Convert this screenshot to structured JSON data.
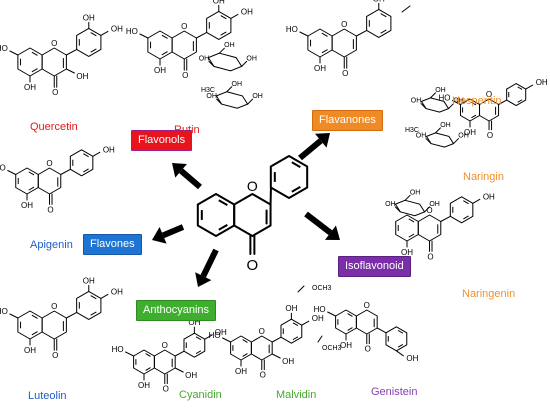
{
  "classes": [
    {
      "id": "flavonols",
      "label": "Flavonols",
      "color": "#e8141c",
      "border": "#9d1f8f"
    },
    {
      "id": "flavanones",
      "label": "Flavanones",
      "color": "#f08a24",
      "border": "#d06e10"
    },
    {
      "id": "flavones",
      "label": "Flavones",
      "color": "#1e74d2",
      "border": "#1559a8"
    },
    {
      "id": "isoflavonoid",
      "label": "Isoflavonoid",
      "color": "#7a2fa8",
      "border": "#5c1f82"
    },
    {
      "id": "anthocyanins",
      "label": "Anthocyanins",
      "color": "#3fae2f",
      "border": "#2c8a20"
    }
  ],
  "compounds": [
    {
      "id": "quercetin",
      "name": "Quercetin",
      "color": "#e01a1a"
    },
    {
      "id": "rutin",
      "name": "Rutin",
      "color": "#e01a1a"
    },
    {
      "id": "hesperitin",
      "name": "Hesperitin",
      "color": "#f0902a"
    },
    {
      "id": "naringin",
      "name": "Naringin",
      "color": "#f0902a"
    },
    {
      "id": "naringenin",
      "name": "Naringenin",
      "color": "#f0902a"
    },
    {
      "id": "apigenin",
      "name": "Apigenin",
      "color": "#1e5fc8"
    },
    {
      "id": "luteolin",
      "name": "Luteolin",
      "color": "#1e5fc8"
    },
    {
      "id": "cyanidin",
      "name": "Cyanidin",
      "color": "#49a832"
    },
    {
      "id": "malvidin",
      "name": "Malvidin",
      "color": "#49a832"
    },
    {
      "id": "genistein",
      "name": "Genistein",
      "color": "#8a3fb0"
    }
  ],
  "atoms": {
    "oh": "OH",
    "ho": "HO",
    "o": "O",
    "och3": "OCH3",
    "h3c": "H3C"
  }
}
